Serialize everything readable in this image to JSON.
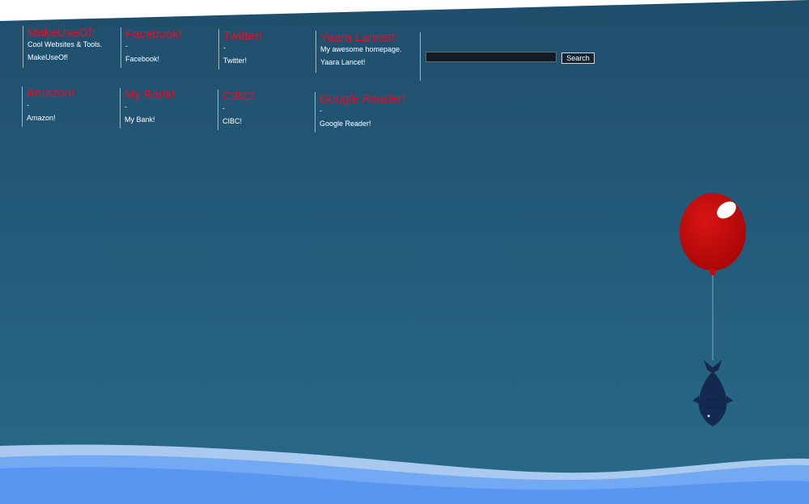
{
  "theme": {
    "sky_top": "#1f4e6b",
    "sky_bottom": "#29698a",
    "title_color": "#e0102a",
    "balloon_color": "#c70a0a",
    "fish_color": "#13294f",
    "wave_light": "#a9c9ef",
    "wave_mid": "#72a9f2",
    "wave_dark": "#5a96f0"
  },
  "bookmarks": [
    {
      "title": "MakeUseOf!",
      "description": "Cool Websites & Tools.",
      "link": "MakeUseOf!",
      "italic": false
    },
    {
      "title": "Facebook!",
      "description": "-",
      "link": "Facebook!",
      "italic": false
    },
    {
      "title": "Twitter!",
      "description": "-",
      "link": "Twitter!",
      "italic": false
    },
    {
      "title": "Yaara Lancet!",
      "description": "My awesome homepage.",
      "link": "Yaara Lancet!",
      "italic": false
    },
    {
      "title": "Amazon!",
      "description": "-",
      "link": "Amazon!",
      "italic": false
    },
    {
      "title": "My Bank!",
      "description": "-",
      "link": "My Bank!",
      "italic": false
    },
    {
      "title": "CIBC!",
      "description": "-",
      "link": "CIBC!",
      "italic": false
    },
    {
      "title": "Google Reader!",
      "description": "-",
      "link": "Google Reader!",
      "italic": true
    }
  ],
  "search": {
    "value": "",
    "placeholder": "",
    "button_label": "Search"
  }
}
